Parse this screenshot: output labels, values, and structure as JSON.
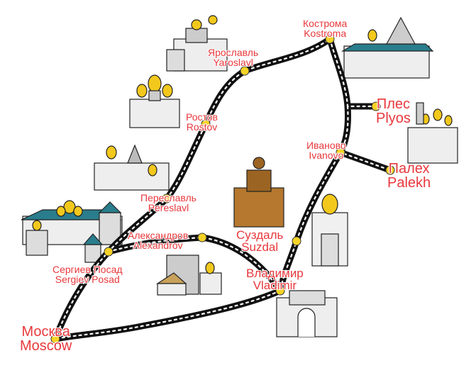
{
  "cities": [
    {
      "id": "moscow",
      "ru": "Москва",
      "en": "Moscow"
    },
    {
      "id": "sergiev-posad",
      "ru": "Сергиев Посад",
      "en": "Sergiev Posad"
    },
    {
      "id": "alexandrov",
      "ru": "Александров",
      "en": "Alexandrov"
    },
    {
      "id": "pereslavl",
      "ru": "Переславль",
      "en": "Pereslavl"
    },
    {
      "id": "rostov",
      "ru": "Ростов",
      "en": "Rostov"
    },
    {
      "id": "yaroslavl",
      "ru": "Ярославль",
      "en": "Yaroslavl"
    },
    {
      "id": "kostroma",
      "ru": "Кострома",
      "en": "Kostroma"
    },
    {
      "id": "plyos",
      "ru": "Плес",
      "en": "Plyos"
    },
    {
      "id": "ivanovo",
      "ru": "Иваново",
      "en": "Ivanovo"
    },
    {
      "id": "palekh",
      "ru": "Палех",
      "en": "Palekh"
    },
    {
      "id": "suzdal",
      "ru": "Суздаль",
      "en": "Suzdal"
    },
    {
      "id": "vladimir",
      "ru": "Владимир",
      "en": "Vladimir"
    }
  ],
  "colors": {
    "label": "#e8383c",
    "road": "#111111",
    "road_dash": "#ffffff",
    "city_dot": "#f5d327",
    "dome_gold": "#f2c81c",
    "roof_teal": "#2a7d8c",
    "wood": "#b5782e"
  }
}
